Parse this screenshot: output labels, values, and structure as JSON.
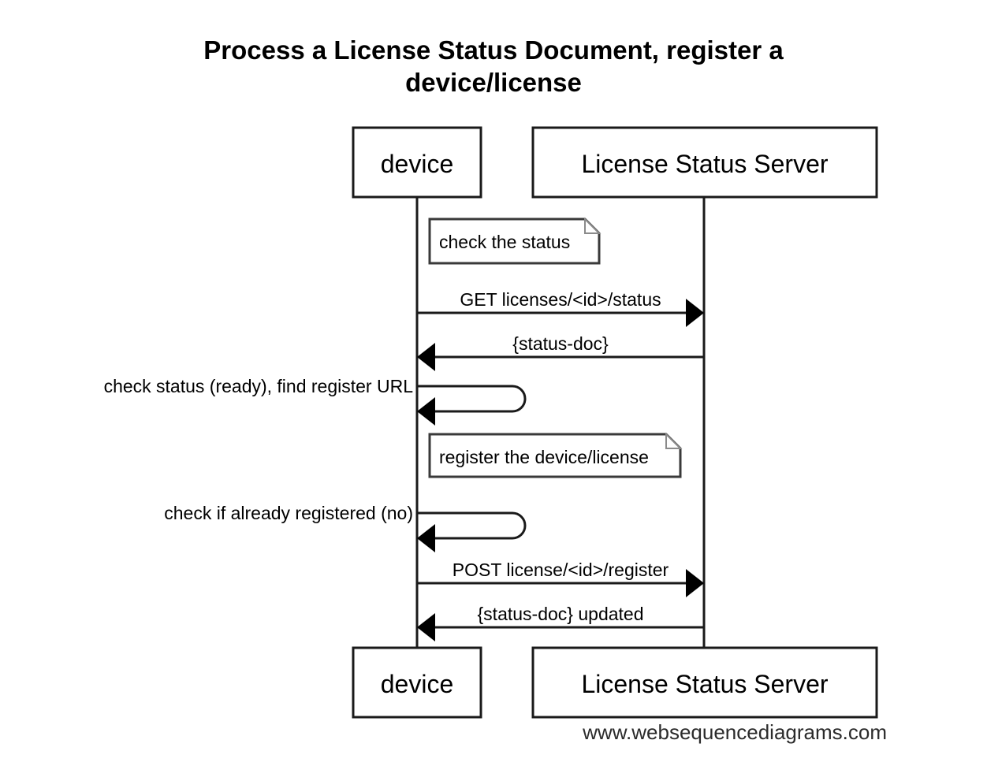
{
  "diagram": {
    "title": "Process a License Status Document, register a device/license",
    "title_lines": [
      "Process a License Status Document, register a",
      "device/license"
    ],
    "footer": "www.websequencediagrams.com",
    "type": "sequence-diagram",
    "background_color": "#ffffff",
    "line_color": "#1a1a1a",
    "text_color": "#000000"
  },
  "participants": [
    {
      "id": "device",
      "label": "device"
    },
    {
      "id": "server",
      "label": "License Status Server"
    }
  ],
  "participants_bottom": [
    {
      "id": "device",
      "label": "device"
    },
    {
      "id": "server",
      "label": "License Status Server"
    }
  ],
  "notes": [
    {
      "id": "note-check-status",
      "text": "check the status",
      "over": "device"
    },
    {
      "id": "note-register",
      "text": "register the device/license",
      "over": "device"
    }
  ],
  "messages": [
    {
      "id": "msg-get-status",
      "label": "GET licenses/<id>/status",
      "from": "device",
      "to": "server",
      "direction": "right",
      "kind": "call"
    },
    {
      "id": "msg-status-doc",
      "label": "{status-doc}",
      "from": "server",
      "to": "device",
      "direction": "left",
      "kind": "return"
    },
    {
      "id": "msg-self-check-status",
      "label": "check status (ready), find register URL",
      "from": "device",
      "to": "device",
      "direction": "self",
      "kind": "self"
    },
    {
      "id": "msg-self-check-registered",
      "label": "check if already registered (no)",
      "from": "device",
      "to": "device",
      "direction": "self",
      "kind": "self"
    },
    {
      "id": "msg-post-register",
      "label": "POST license/<id>/register",
      "from": "device",
      "to": "server",
      "direction": "right",
      "kind": "call"
    },
    {
      "id": "msg-status-doc-updated",
      "label": "{status-doc} updated",
      "from": "server",
      "to": "device",
      "direction": "left",
      "kind": "return"
    }
  ]
}
